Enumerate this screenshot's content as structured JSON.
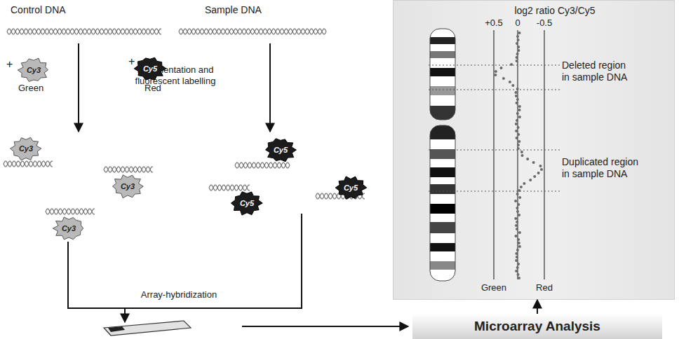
{
  "diagram": {
    "nodes": [
      {
        "text": [
          "Cy3"
        ]
      },
      {
        "text": [
          "Cy5"
        ]
      },
      {
        "text": [
          "Cy3"
        ]
      },
      {
        "text": [
          "Cy3"
        ]
      },
      {
        "text": [
          "Cy3"
        ]
      },
      {
        "text": [
          "Cy5"
        ]
      },
      {
        "text": [
          "Cy5"
        ]
      },
      {
        "text": [
          "Cy5"
        ]
      },
      {
        "text": [
          "log2 ratio Cy3/Cy5",
          "+0.5",
          "0",
          "-0.5",
          "Deleted region in sample DNA",
          "Duplicated region in sample DNA",
          "Green",
          "Red"
        ]
      },
      {
        "text": [
          "Microarray Analysis"
        ]
      }
    ],
    "edges": [
      {
        "from": 9,
        "to": 8,
        "arrow": "to"
      }
    ],
    "labels": [
      "Control DNA",
      "Sample DNA",
      "+",
      "Green",
      "+",
      "Red",
      "Fragmentation and fluorescent labelling",
      "Array-hybridization"
    ]
  }
}
